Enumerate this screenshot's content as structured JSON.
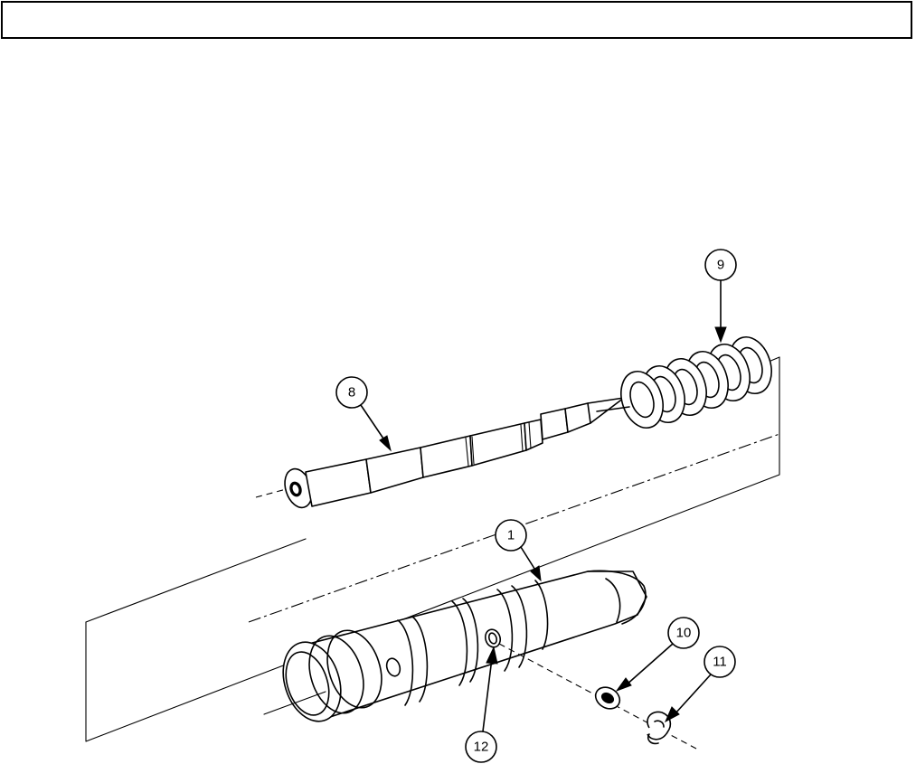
{
  "header": {
    "text": ""
  },
  "diagram": {
    "callouts": [
      {
        "id": "callout-1",
        "label": "1"
      },
      {
        "id": "callout-8",
        "label": "8"
      },
      {
        "id": "callout-9",
        "label": "9"
      },
      {
        "id": "callout-10",
        "label": "10"
      },
      {
        "id": "callout-11",
        "label": "11"
      },
      {
        "id": "callout-12",
        "label": "12"
      }
    ]
  }
}
